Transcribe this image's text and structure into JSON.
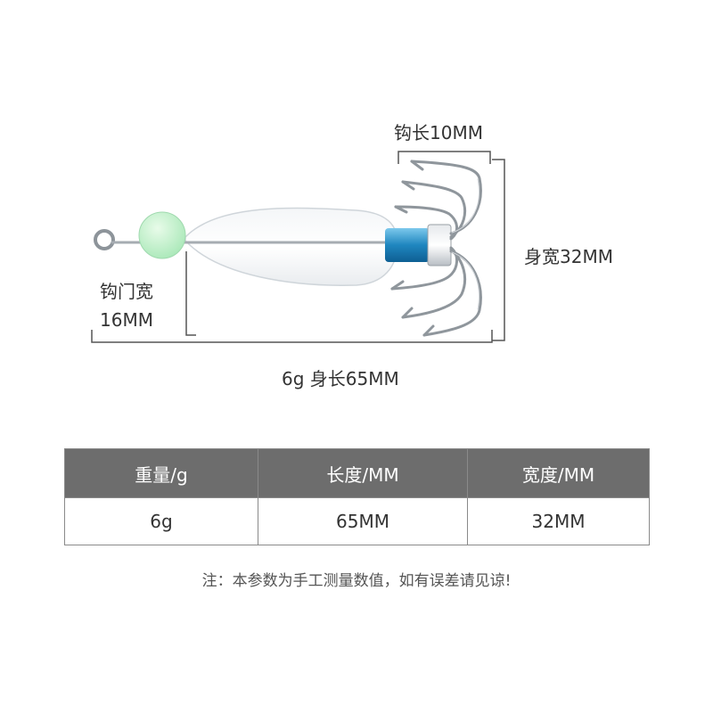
{
  "colors": {
    "header_bg": "#6d6d6d",
    "bead": "#bff0c8",
    "sleeve": "#2a8fc4",
    "hook_steel": "#9aa0a6",
    "text": "#333333"
  },
  "labels": {
    "hook_length": "钩长10MM",
    "body_width": "身宽32MM",
    "hook_gap_line1": "钩门宽",
    "hook_gap_line2": "16MM",
    "body_length": "6g 身长65MM"
  },
  "spec_table": {
    "headers": [
      "重量/g",
      "长度/MM",
      "宽度/MM"
    ],
    "values": [
      "6g",
      "65MM",
      "32MM"
    ]
  },
  "note": "注：本参数为手工测量数值，如有误差请见谅!"
}
